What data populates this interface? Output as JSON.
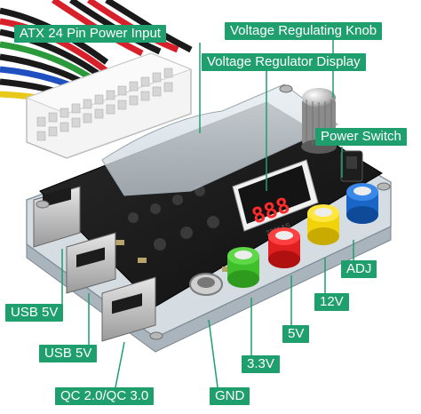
{
  "labels": {
    "atx": "ATX 24 Pin Power Input",
    "knob": "Voltage Regulating Knob",
    "display": "Voltage Regulator Display",
    "power_switch": "Power Switch",
    "adj": "ADJ",
    "v12": "12V",
    "v5": "5V",
    "v33": "3.3V",
    "usb_a": "USB  5V",
    "usb_b": "USB  5V",
    "qc": "QC 2.0/QC 3.0",
    "gnd": "GND"
  },
  "display": {
    "digits": "888",
    "chip": "2281AS"
  },
  "colors": {
    "label_bg": "#1f9e6e",
    "label_text": "#ffffff",
    "leader": "#1f9e6e",
    "post_green": "#3fbf2a",
    "post_red": "#e02020",
    "post_yellow": "#f2d20a",
    "post_blue": "#1a66c8",
    "wire_red": "#d8202a",
    "wire_green": "#2a9a3a",
    "wire_blue": "#2050c0",
    "wire_yellow": "#e8c818",
    "wire_black": "#1a1a1a"
  }
}
